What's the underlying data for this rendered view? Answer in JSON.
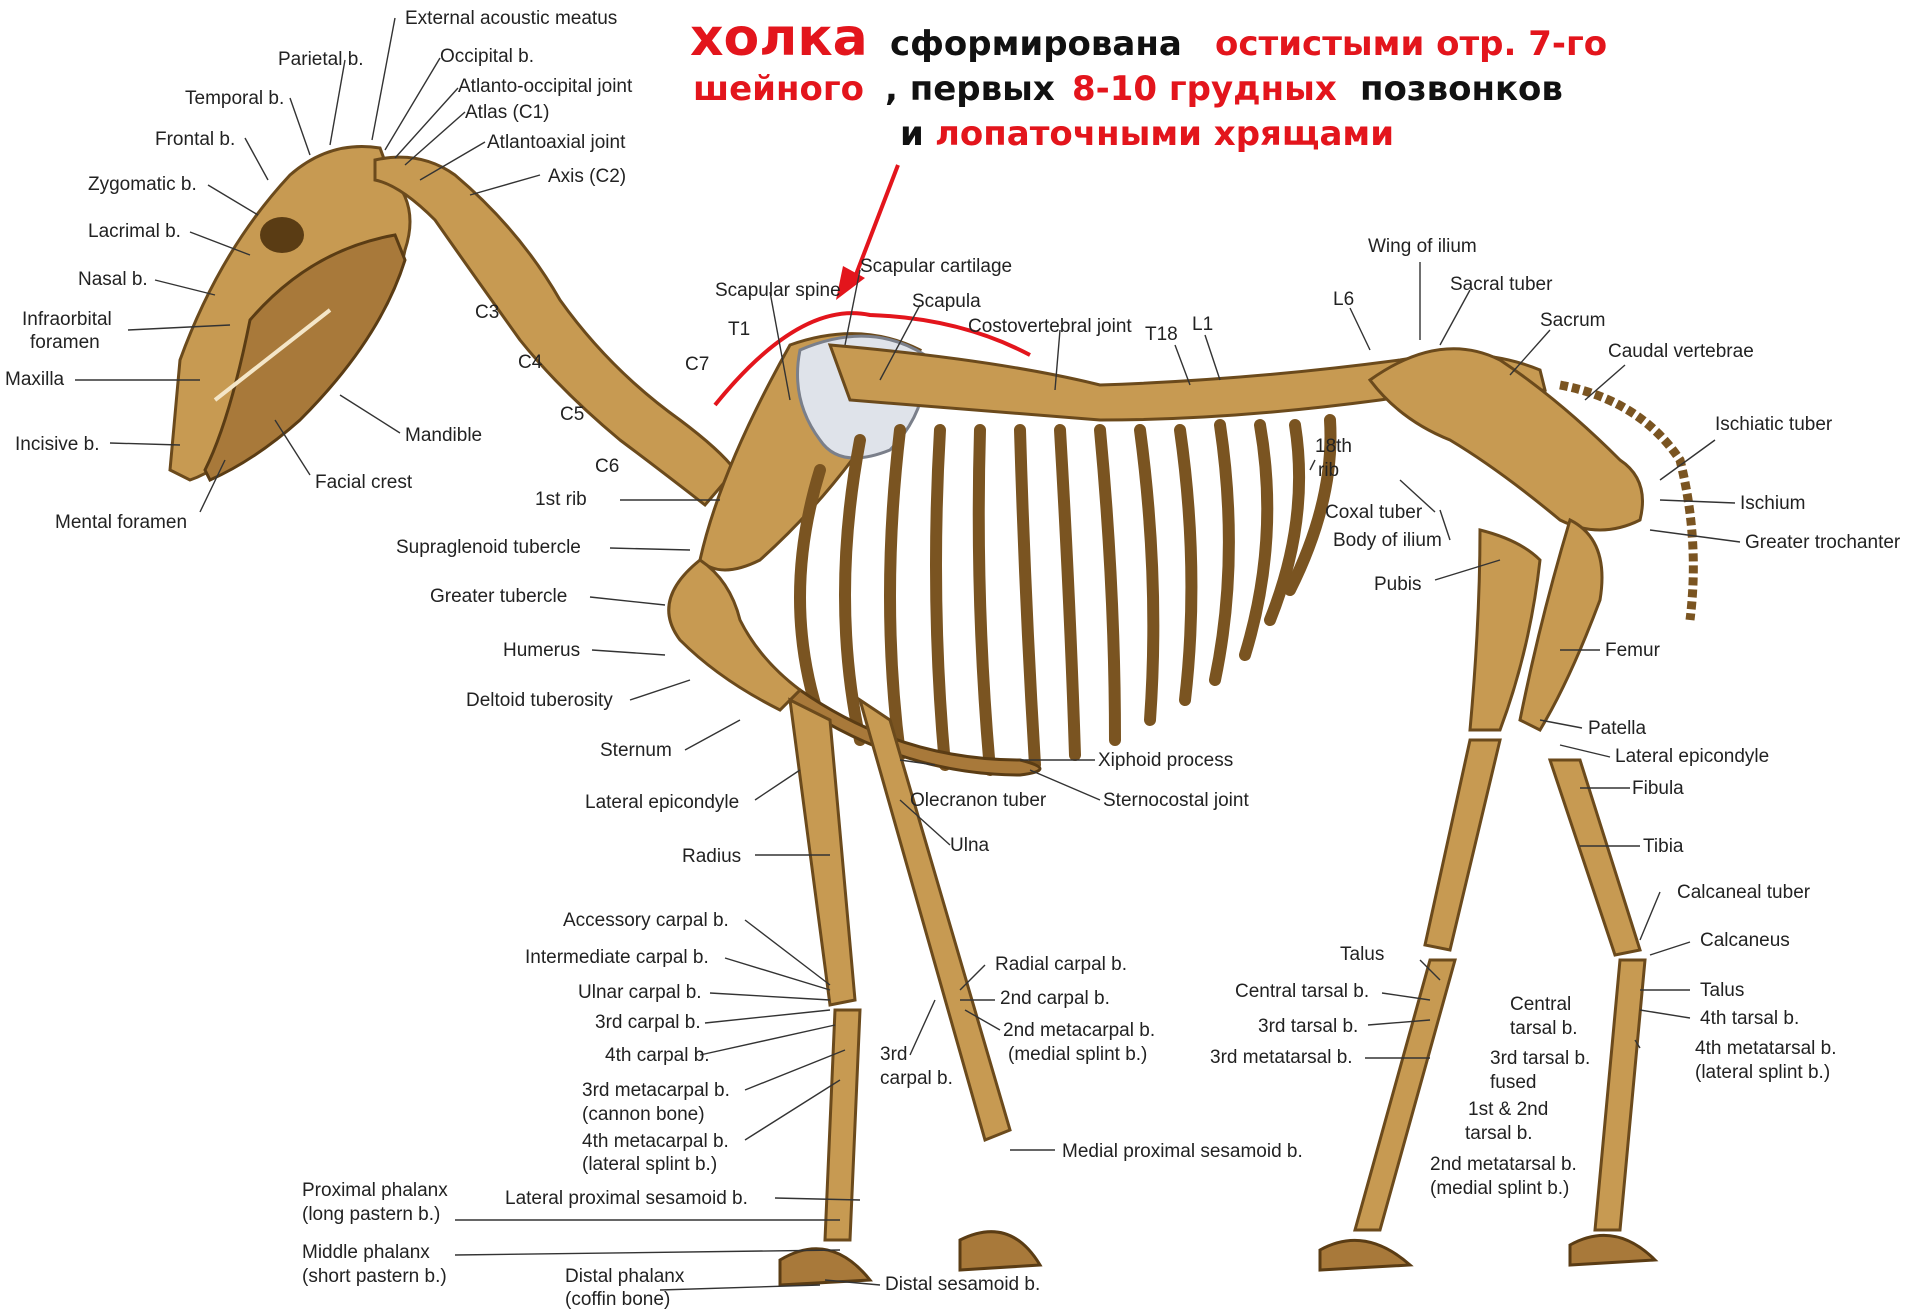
{
  "title": {
    "line1_red": "холка",
    "line1_black": "сформирована",
    "line1_red2": "остистыми отр. 7-го",
    "line2_red": "шейного",
    "line2_black": ", первых",
    "line2_red2": "8-10 грудных",
    "line2_black2": "позвонков",
    "line3_black": "и",
    "line3_red": "лопаточными хрящами"
  },
  "colors": {
    "accent_red": "#e3151c",
    "bone": "#c79a52",
    "bone_outline": "#6b4a1c",
    "cartilage": "#dfe3ea"
  },
  "labels": {
    "external_acoustic_meatus": "External acoustic meatus",
    "parietal": "Parietal b.",
    "occipital": "Occipital b.",
    "atlanto_occipital": "Atlanto-occipital joint",
    "temporal": "Temporal b.",
    "atlas": "Atlas (C1)",
    "frontal": "Frontal b.",
    "atlantoaxial": "Atlantoaxial joint",
    "axis": "Axis (C2)",
    "zygomatic": "Zygomatic b.",
    "lacrimal": "Lacrimal b.",
    "nasal": "Nasal b.",
    "infraorbital_1": "Infraorbital",
    "infraorbital_2": "foramen",
    "maxilla": "Maxilla",
    "incisive": "Incisive b.",
    "mental_foramen": "Mental foramen",
    "mandible": "Mandible",
    "facial_crest": "Facial crest",
    "c3": "C3",
    "c4": "C4",
    "c5": "C5",
    "c6": "C6",
    "c7": "C7",
    "t1": "T1",
    "scapular_spine": "Scapular spine",
    "scapular_cartilage": "Scapular cartilage",
    "scapula": "Scapula",
    "costovertebral": "Costovertebral joint",
    "t18": "T18",
    "l1": "L1",
    "l6": "L6",
    "wing_ilium": "Wing of ilium",
    "sacral_tuber": "Sacral tuber",
    "sacrum": "Sacrum",
    "caudal_vertebrae": "Caudal vertebrae",
    "ischiatic_tuber": "Ischiatic tuber",
    "ischium": "Ischium",
    "greater_trochanter": "Greater trochanter",
    "rib18_1": "18th",
    "rib18_2": "rib",
    "coxal_tuber": "Coxal tuber",
    "body_ilium": "Body of ilium",
    "pubis": "Pubis",
    "femur": "Femur",
    "patella": "Patella",
    "lateral_epicondyle_hind": "Lateral epicondyle",
    "fibula": "Fibula",
    "tibia": "Tibia",
    "calcaneal_tuber": "Calcaneal tuber",
    "calcaneus": "Calcaneus",
    "talus_r": "Talus",
    "fourth_tarsal": "4th tarsal b.",
    "fourth_metatarsal_1": "4th metatarsal b.",
    "fourth_metatarsal_2": "(lateral splint b.)",
    "central_tarsal_r1": "Central",
    "central_tarsal_r2": "tarsal b.",
    "third_tarsal_r": "3rd tarsal b.",
    "fused": "fused",
    "first_second_tarsal_1": "1st & 2nd",
    "first_second_tarsal_2": "tarsal b.",
    "second_metatarsal_1": "2nd metatarsal b.",
    "second_metatarsal_2": "(medial splint b.)",
    "talus_l": "Talus",
    "central_tarsal_l": "Central tarsal b.",
    "third_tarsal_l": "3rd tarsal b.",
    "third_metatarsal": "3rd metatarsal b.",
    "first_rib": "1st rib",
    "supraglenoid": "Supraglenoid tubercle",
    "greater_tubercle": "Greater tubercle",
    "humerus": "Humerus",
    "deltoid": "Deltoid tuberosity",
    "sternum": "Sternum",
    "lateral_epicondyle_fore": "Lateral epicondyle",
    "radius": "Radius",
    "xiphoid": "Xiphoid process",
    "olecranon": "Olecranon tuber",
    "sternocostal": "Sternocostal joint",
    "ulna": "Ulna",
    "accessory_carpal": "Accessory carpal b.",
    "intermediate_carpal": "Intermediate carpal b.",
    "ulnar_carpal": "Ulnar carpal b.",
    "third_carpal_l": "3rd carpal b.",
    "fourth_carpal": "4th carpal b.",
    "third_metacarpal_1": "3rd metacarpal b.",
    "third_metacarpal_2": "(cannon bone)",
    "fourth_metacarpal_1": "4th metacarpal b.",
    "fourth_metacarpal_2": "(lateral splint b.)",
    "radial_carpal": "Radial carpal b.",
    "second_carpal": "2nd carpal b.",
    "second_metacarpal_1": "2nd metacarpal b.",
    "second_metacarpal_2": "(medial splint b.)",
    "third_carpal_r1": "3rd",
    "third_carpal_r2": "carpal b.",
    "medial_sesamoid": "Medial proximal sesamoid b.",
    "lateral_sesamoid": "Lateral proximal sesamoid b.",
    "proximal_phalanx_1": "Proximal phalanx",
    "proximal_phalanx_2": "(long pastern b.)",
    "middle_phalanx_1": "Middle phalanx",
    "middle_phalanx_2": "(short pastern b.)",
    "distal_phalanx_1": "Distal phalanx",
    "distal_phalanx_2": "(coffin bone)",
    "distal_sesamoid": "Distal sesamoid b."
  }
}
